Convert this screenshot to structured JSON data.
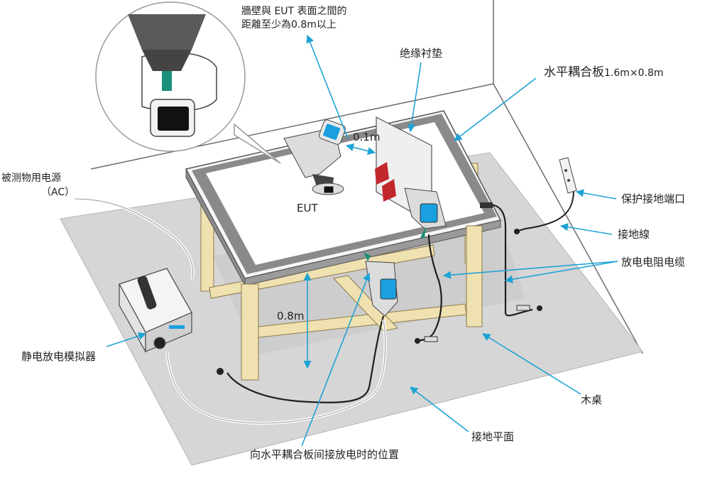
{
  "labels": {
    "wall_distance_line1": "牆壁與 EUT 表面之間的",
    "wall_distance_line2": "距離至少為0.8m以上",
    "insulation_pad": "绝缘衬垫",
    "hcp_name": "水平耦合板",
    "hcp_size": "1.6m×0.8m",
    "power_line1": "被测物用电源",
    "power_line2": "（AC）",
    "dist_01": "0.1m",
    "eut": "EUT",
    "protective_ground": "保护接地端口",
    "ground_wire": "接地線",
    "bleeder_cable": "放电电阻电缆",
    "height_08": "0.8m",
    "esd_simulator": "静电放电模拟器",
    "wooden_table": "木桌",
    "ground_plane": "接地平面",
    "hcp_discharge": "向水平耦合板间接放电时的位置"
  },
  "colors": {
    "arrow": "#1fa3d4",
    "plane": "#d6d6d6",
    "wood": "#efe1b0",
    "hcp": "#8a8a8a",
    "eut_screen": "#1a9fe0",
    "gun_tip": "#1a8f7a"
  }
}
